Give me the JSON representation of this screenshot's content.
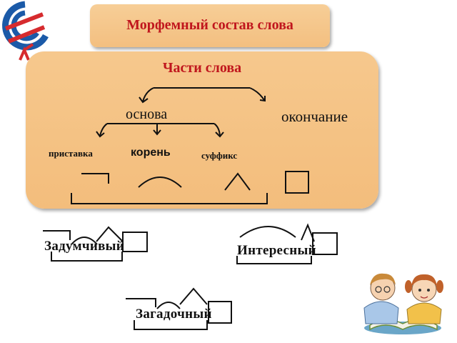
{
  "header": {
    "title": "Морфемный состав слова"
  },
  "scheme": {
    "title": "Части слова",
    "base": "основа",
    "ending": "окончание",
    "prefix": "приставка",
    "root": "корень",
    "suffix": "суффикс"
  },
  "examples": [
    {
      "word": "Задумчивый"
    },
    {
      "word": "Интересный"
    },
    {
      "word": "Загадочный"
    }
  ],
  "colors": {
    "title_red": "#c0161d",
    "panel": "#f4c285",
    "logo_red": "#d62b2e",
    "logo_blue": "#1b5aa8"
  }
}
